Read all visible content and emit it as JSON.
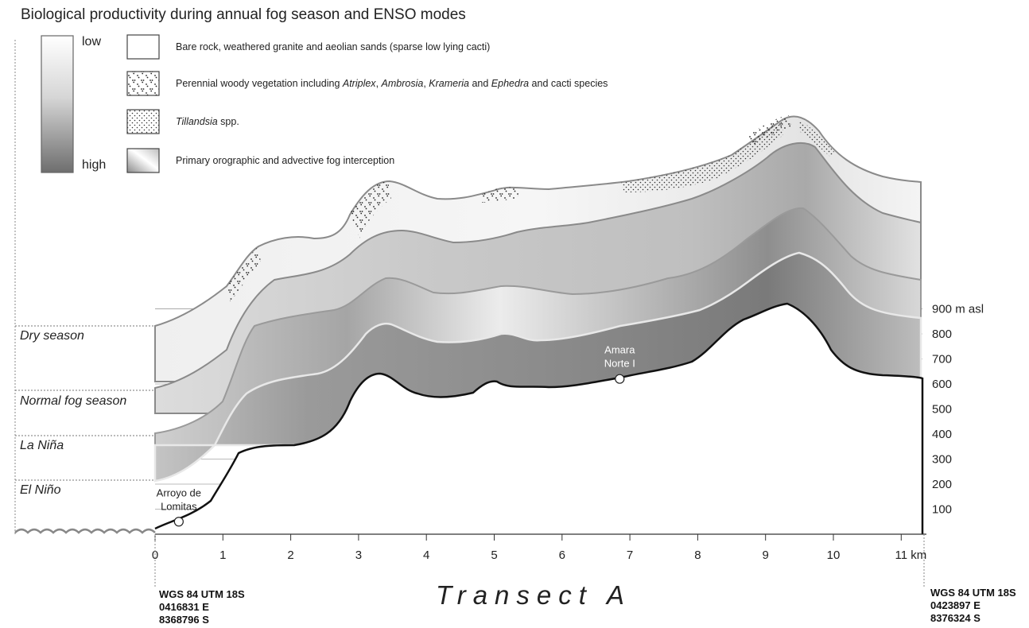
{
  "title": "Biological productivity during annual fog season and ENSO modes",
  "scale_bar": {
    "top_label": "low",
    "bottom_label": "high"
  },
  "legend": [
    {
      "text": "Bare rock, weathered granite and aeolian sands (sparse low lying cacti)"
    },
    {
      "text_parts": [
        "Perennial woody vegetation including ",
        "Atriplex",
        ", ",
        "Ambrosia",
        ", ",
        "Krameria",
        " and ",
        "Ephedra",
        " and cacti species"
      ]
    },
    {
      "text_parts": [
        "Tillandsia",
        " spp."
      ]
    },
    {
      "text": "Primary orographic and advective  fog interception"
    }
  ],
  "seasons": [
    "Dry season",
    "Normal fog season",
    "La Niña",
    "El Niño"
  ],
  "x_axis": {
    "ticks": [
      "0",
      "1",
      "2",
      "3",
      "4",
      "5",
      "6",
      "7",
      "8",
      "9",
      "10",
      "11"
    ],
    "unit": "km"
  },
  "y_axis": {
    "ticks": [
      "100",
      "200",
      "300",
      "400",
      "500",
      "600",
      "700",
      "800"
    ],
    "top_tick": "900",
    "top_unit": "m asl"
  },
  "sites": [
    {
      "line1": "Arroyo de",
      "line2": "Lomitas",
      "km": 0.35,
      "elevation": 50
    },
    {
      "line1": "Amara",
      "line2": "Norte I",
      "km": 6.85,
      "elevation": 620
    }
  ],
  "transect_title": "Transect A",
  "coords_left": {
    "datum": "WGS 84 UTM  18S",
    "easting": "0416831 E",
    "northing": "8368796 S"
  },
  "coords_right": {
    "datum": "WGS 84 UTM  18S",
    "easting": "0423897 E",
    "northing": "8376324 S"
  }
}
